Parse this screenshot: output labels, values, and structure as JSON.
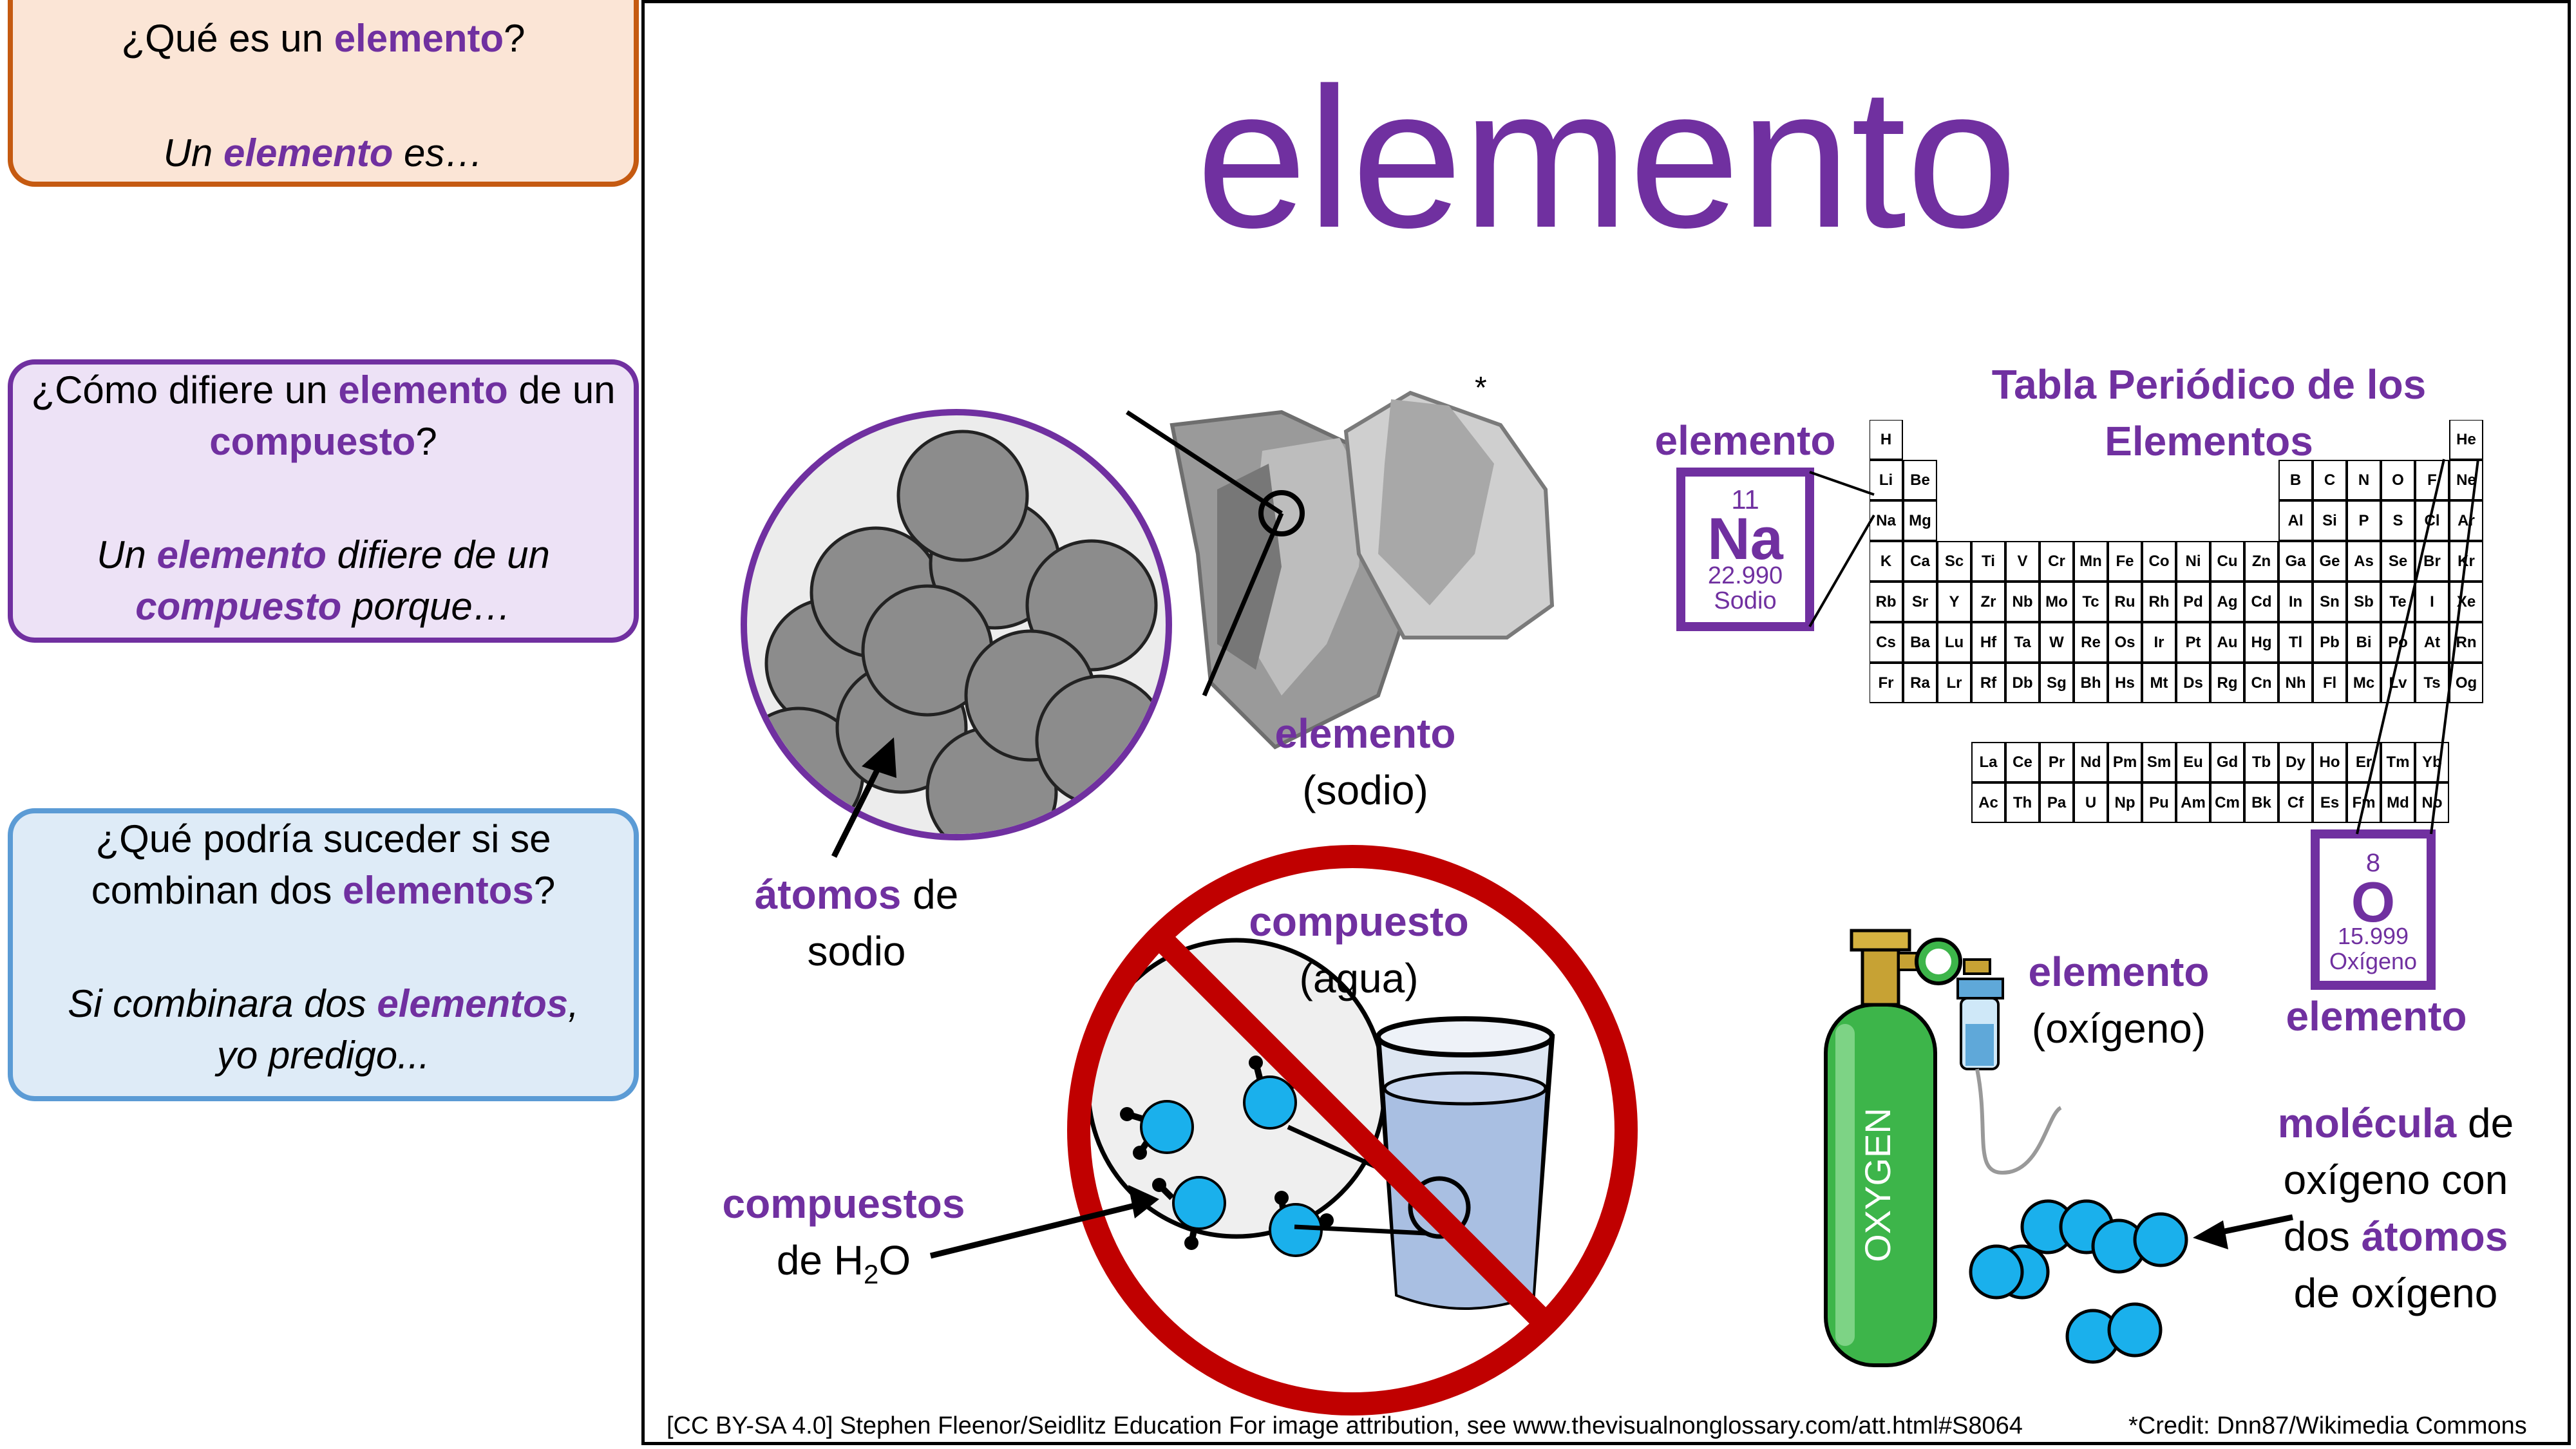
{
  "sidebar": {
    "card1": {
      "q_before": "¿Qué es un ",
      "q_term": "elemento",
      "q_after": "?",
      "a_before": "Un ",
      "a_term": "elemento",
      "a_after": " es…",
      "color": "#c55a11",
      "fill": "#fbe5d6"
    },
    "card2": {
      "q_before": "¿Cómo difiere un ",
      "q_term1": "elemento",
      "q_mid": " de un ",
      "q_term2": "compuesto",
      "q_after": "?",
      "a_before": "Un ",
      "a_term1": "elemento",
      "a_mid": " difiere de un ",
      "a_term2": "compuesto",
      "a_after": " porque…",
      "color": "#7030a0",
      "fill": "#ede2f6"
    },
    "card3": {
      "q_before": "¿Qué podría suceder si se combinan dos ",
      "q_term": "elementos",
      "q_after": "?",
      "a_before": "Si combinara dos ",
      "a_term": "elementos",
      "a_after": ", yo predigo...",
      "color": "#5b9bd5",
      "fill": "#deebf7"
    }
  },
  "main": {
    "title": "elemento",
    "asterisk": "*",
    "sodium": {
      "label_term": "elemento",
      "label_sub": "(sodio)",
      "atoms_term": "átomos",
      "atoms_rest1": " de",
      "atoms_rest2": "sodio"
    },
    "water": {
      "label_term": "compuesto",
      "label_sub": "(agua)",
      "compounds_term": "compuestos",
      "compounds_rest": "de H",
      "compounds_sub": "2",
      "compounds_end": "O"
    },
    "periodic": {
      "title_line1": "Tabla Periódico de los",
      "title_line2": "Elementos",
      "na_label": "elemento",
      "na_number": "11",
      "na_symbol": "Na",
      "na_mass": "22.990",
      "na_name": "Sodio",
      "o_number": "8",
      "o_symbol": "O",
      "o_mass": "15.999",
      "o_name": "Oxígeno",
      "o_label": "elemento",
      "rows": [
        [
          "H",
          "",
          "",
          "",
          "",
          "",
          "",
          "",
          "",
          "",
          "",
          "",
          "",
          "",
          "",
          "",
          "",
          "He"
        ],
        [
          "Li",
          "Be",
          "",
          "",
          "",
          "",
          "",
          "",
          "",
          "",
          "",
          "",
          "B",
          "C",
          "N",
          "O",
          "F",
          "Ne"
        ],
        [
          "Na",
          "Mg",
          "",
          "",
          "",
          "",
          "",
          "",
          "",
          "",
          "",
          "",
          "Al",
          "Si",
          "P",
          "S",
          "Cl",
          "Ar"
        ],
        [
          "K",
          "Ca",
          "Sc",
          "Ti",
          "V",
          "Cr",
          "Mn",
          "Fe",
          "Co",
          "Ni",
          "Cu",
          "Zn",
          "Ga",
          "Ge",
          "As",
          "Se",
          "Br",
          "Kr"
        ],
        [
          "Rb",
          "Sr",
          "Y",
          "Zr",
          "Nb",
          "Mo",
          "Tc",
          "Ru",
          "Rh",
          "Pd",
          "Ag",
          "Cd",
          "In",
          "Sn",
          "Sb",
          "Te",
          "I",
          "Xe"
        ],
        [
          "Cs",
          "Ba",
          "",
          "Hf",
          "Ta",
          "W",
          "Re",
          "Os",
          "Ir",
          "Pt",
          "Au",
          "Hg",
          "Tl",
          "Pb",
          "Bi",
          "Po",
          "At",
          "Rn"
        ],
        [
          "Fr",
          "Ra",
          "",
          "Rf",
          "Db",
          "Sg",
          "Bh",
          "Hs",
          "Mt",
          "Ds",
          "Rg",
          "Cn",
          "Nh",
          "Fl",
          "Mc",
          "Lv",
          "Ts",
          "Og"
        ]
      ],
      "lanthanides": [
        "La",
        "Ce",
        "Pr",
        "Nd",
        "Pm",
        "Sm",
        "Eu",
        "Gd",
        "Tb",
        "Dy",
        "Ho",
        "Er",
        "Tm",
        "Yb"
      ],
      "actinides": [
        "Ac",
        "Th",
        "Pa",
        "U",
        "Np",
        "Pu",
        "Am",
        "Cm",
        "Bk",
        "Cf",
        "Es",
        "Fm",
        "Md",
        "No"
      ],
      "row6_gap": "Lu",
      "row7_gap": "Lr"
    },
    "oxygen": {
      "tank_text": "OXYGEN",
      "label_term": "elemento",
      "label_sub": "(oxígeno)",
      "mol_term1": "molécula",
      "mol_rest1": " de",
      "mol_line2": "oxígeno con",
      "mol_line3_pre": "dos ",
      "mol_term2": "átomos",
      "mol_line4": "de oxígeno"
    },
    "footer_left": "[CC BY-SA 4.0] Stephen Fleenor/Seidlitz Education For image attribution, see www.thevisualnonglossary.com/att.html#S8064",
    "footer_right": "*Credit: Dnn87/Wikimedia Commons"
  },
  "colors": {
    "purple": "#7030a0",
    "prohibition_red": "#c00000",
    "atom_blue": "#1ab0ec",
    "tank_green": "#3db54a",
    "sodium_gray": "#8c8c8c"
  }
}
